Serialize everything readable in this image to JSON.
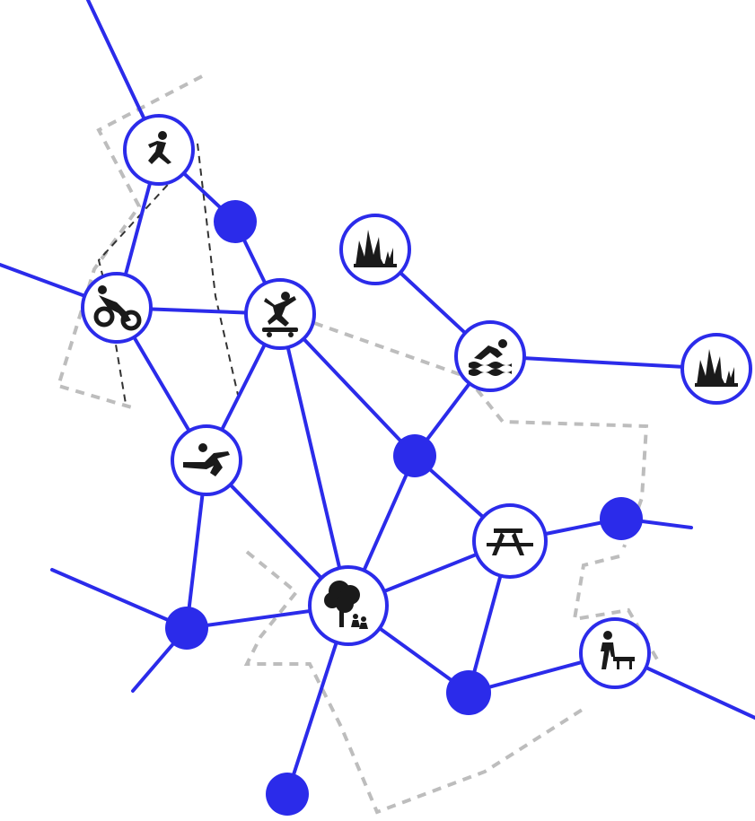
{
  "diagram": {
    "colors": {
      "edge": "#2b2bea",
      "node_fill": "#2b2bea",
      "icon_node_fill": "#ffffff",
      "icon_color": "#1a1a1a",
      "boundary": "#bdbdbd",
      "trail": "#333333"
    },
    "icon_nodes": [
      {
        "id": "running",
        "icon": "running-person-icon"
      },
      {
        "id": "cycling",
        "icon": "cycling-icon"
      },
      {
        "id": "skateboard",
        "icon": "skateboarding-icon"
      },
      {
        "id": "grass-1",
        "icon": "grass-icon"
      },
      {
        "id": "swimming",
        "icon": "swimming-icon"
      },
      {
        "id": "grass-2",
        "icon": "grass-icon"
      },
      {
        "id": "diving",
        "icon": "diving-icon"
      },
      {
        "id": "park",
        "icon": "park-tree-family-icon"
      },
      {
        "id": "picnic",
        "icon": "picnic-table-icon"
      },
      {
        "id": "walking",
        "icon": "person-on-bench-icon"
      }
    ],
    "junction_count": 6
  }
}
